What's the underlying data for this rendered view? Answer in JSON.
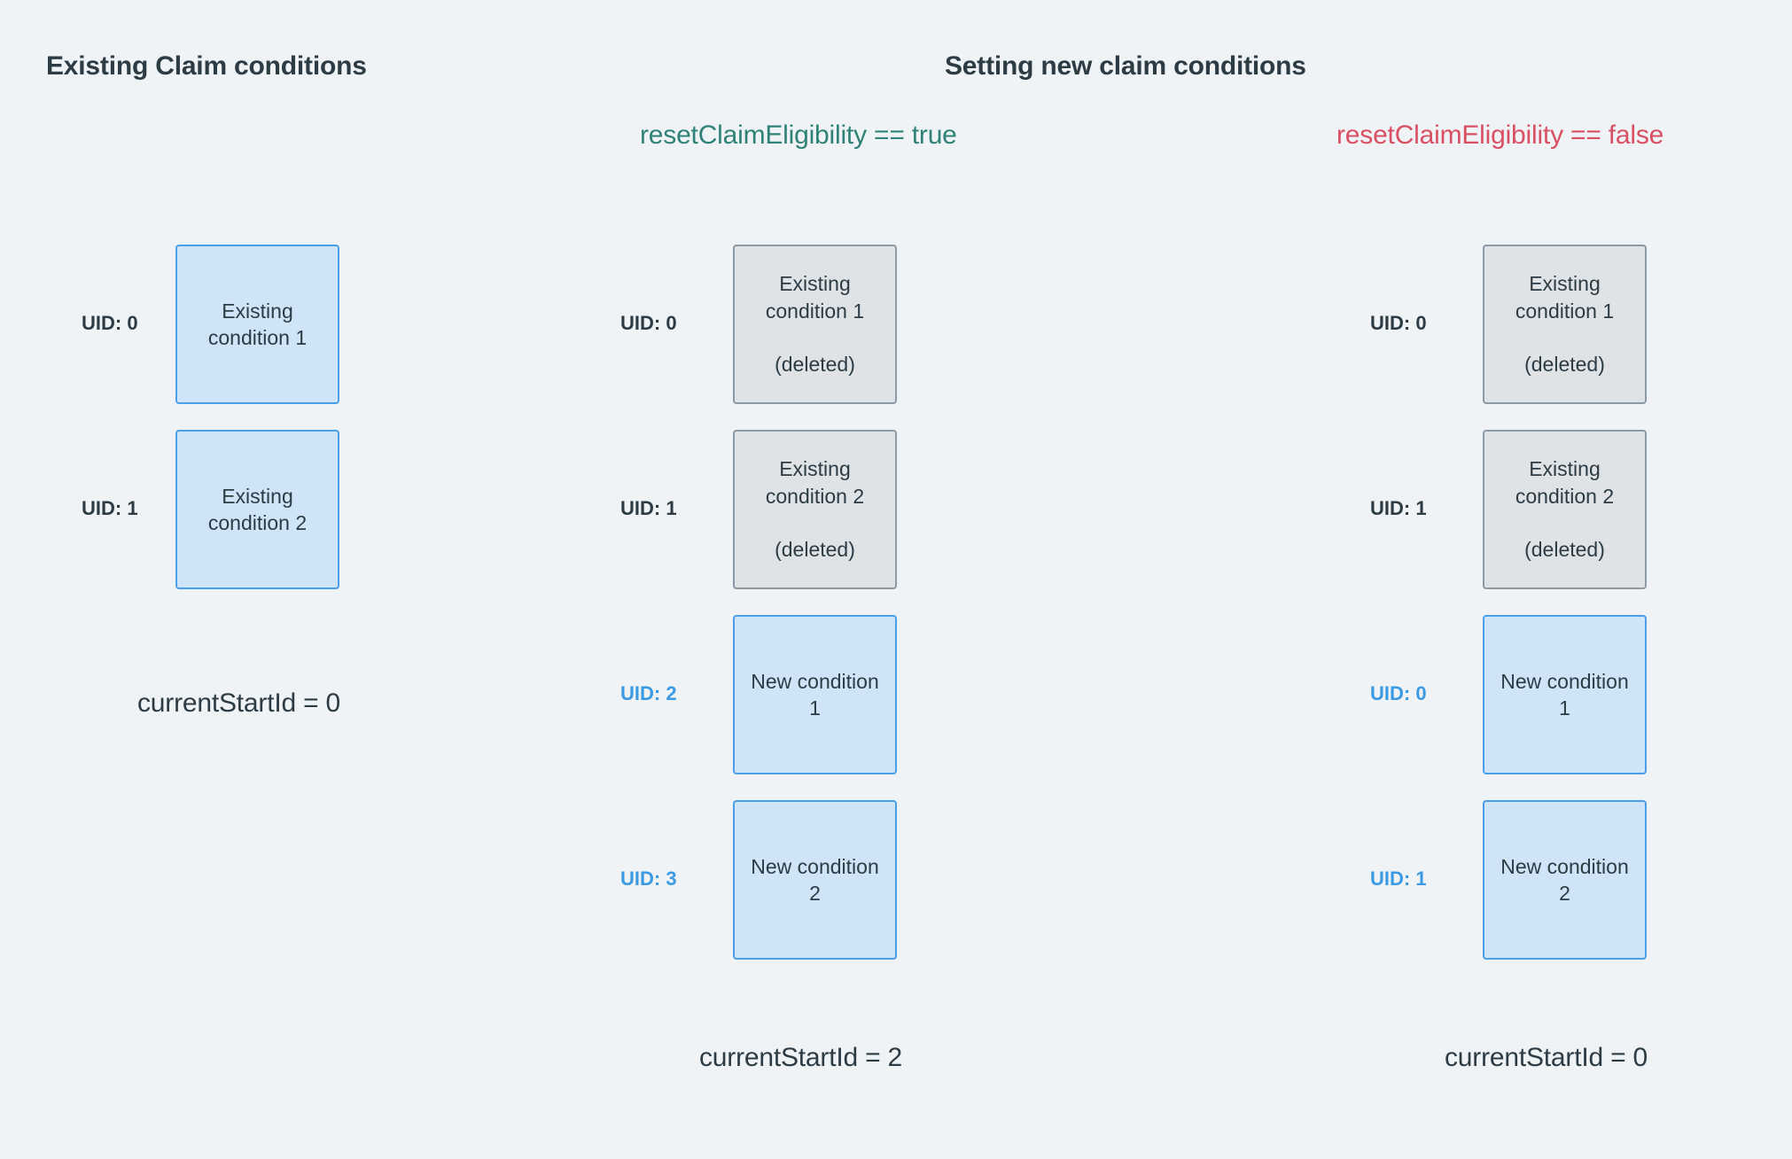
{
  "page": {
    "background_color": "#eff3f5",
    "text_color": "#2d3b45"
  },
  "headings": {
    "left": "Existing Claim conditions",
    "right": "Setting new claim conditions"
  },
  "conditions": {
    "true_label": "resetClaimEligibility == true",
    "true_color": "#2f8277",
    "false_label": "resetClaimEligibility == false",
    "false_color": "#d94f63"
  },
  "columns": [
    {
      "id": "existing",
      "nodes": [
        {
          "uid": "UID: 0",
          "uid_accent": false,
          "title": "Existing\ncondition 1",
          "sub": "",
          "style": "blue"
        },
        {
          "uid": "UID: 1",
          "uid_accent": false,
          "title": "Existing\ncondition 2",
          "sub": "",
          "style": "blue"
        }
      ],
      "footer": "currentStartId = 0"
    },
    {
      "id": "reset-true",
      "nodes": [
        {
          "uid": "UID: 0",
          "uid_accent": false,
          "title": "Existing\ncondition 1",
          "sub": "(deleted)",
          "style": "gray"
        },
        {
          "uid": "UID: 1",
          "uid_accent": false,
          "title": "Existing\ncondition 2",
          "sub": "(deleted)",
          "style": "gray"
        },
        {
          "uid": "UID: 2",
          "uid_accent": true,
          "title": "New condition\n1",
          "sub": "",
          "style": "blue"
        },
        {
          "uid": "UID: 3",
          "uid_accent": true,
          "title": "New condition\n2",
          "sub": "",
          "style": "blue"
        }
      ],
      "footer": "currentStartId = 2"
    },
    {
      "id": "reset-false",
      "nodes": [
        {
          "uid": "UID: 0",
          "uid_accent": false,
          "title": "Existing\ncondition 1",
          "sub": "(deleted)",
          "style": "gray"
        },
        {
          "uid": "UID: 1",
          "uid_accent": false,
          "title": "Existing\ncondition 2",
          "sub": "(deleted)",
          "style": "gray"
        },
        {
          "uid": "UID: 0",
          "uid_accent": true,
          "title": "New condition\n1",
          "sub": "",
          "style": "blue"
        },
        {
          "uid": "UID: 1",
          "uid_accent": true,
          "title": "New condition\n2",
          "sub": "",
          "style": "blue"
        }
      ],
      "footer": "currentStartId = 0"
    }
  ],
  "colors": {
    "blue_fill": "#cfe4f7",
    "blue_border": "#4a9fe8",
    "gray_fill": "#dfe3e6",
    "gray_border": "#8d9aa6",
    "accent_uid": "#3b9ae1"
  }
}
